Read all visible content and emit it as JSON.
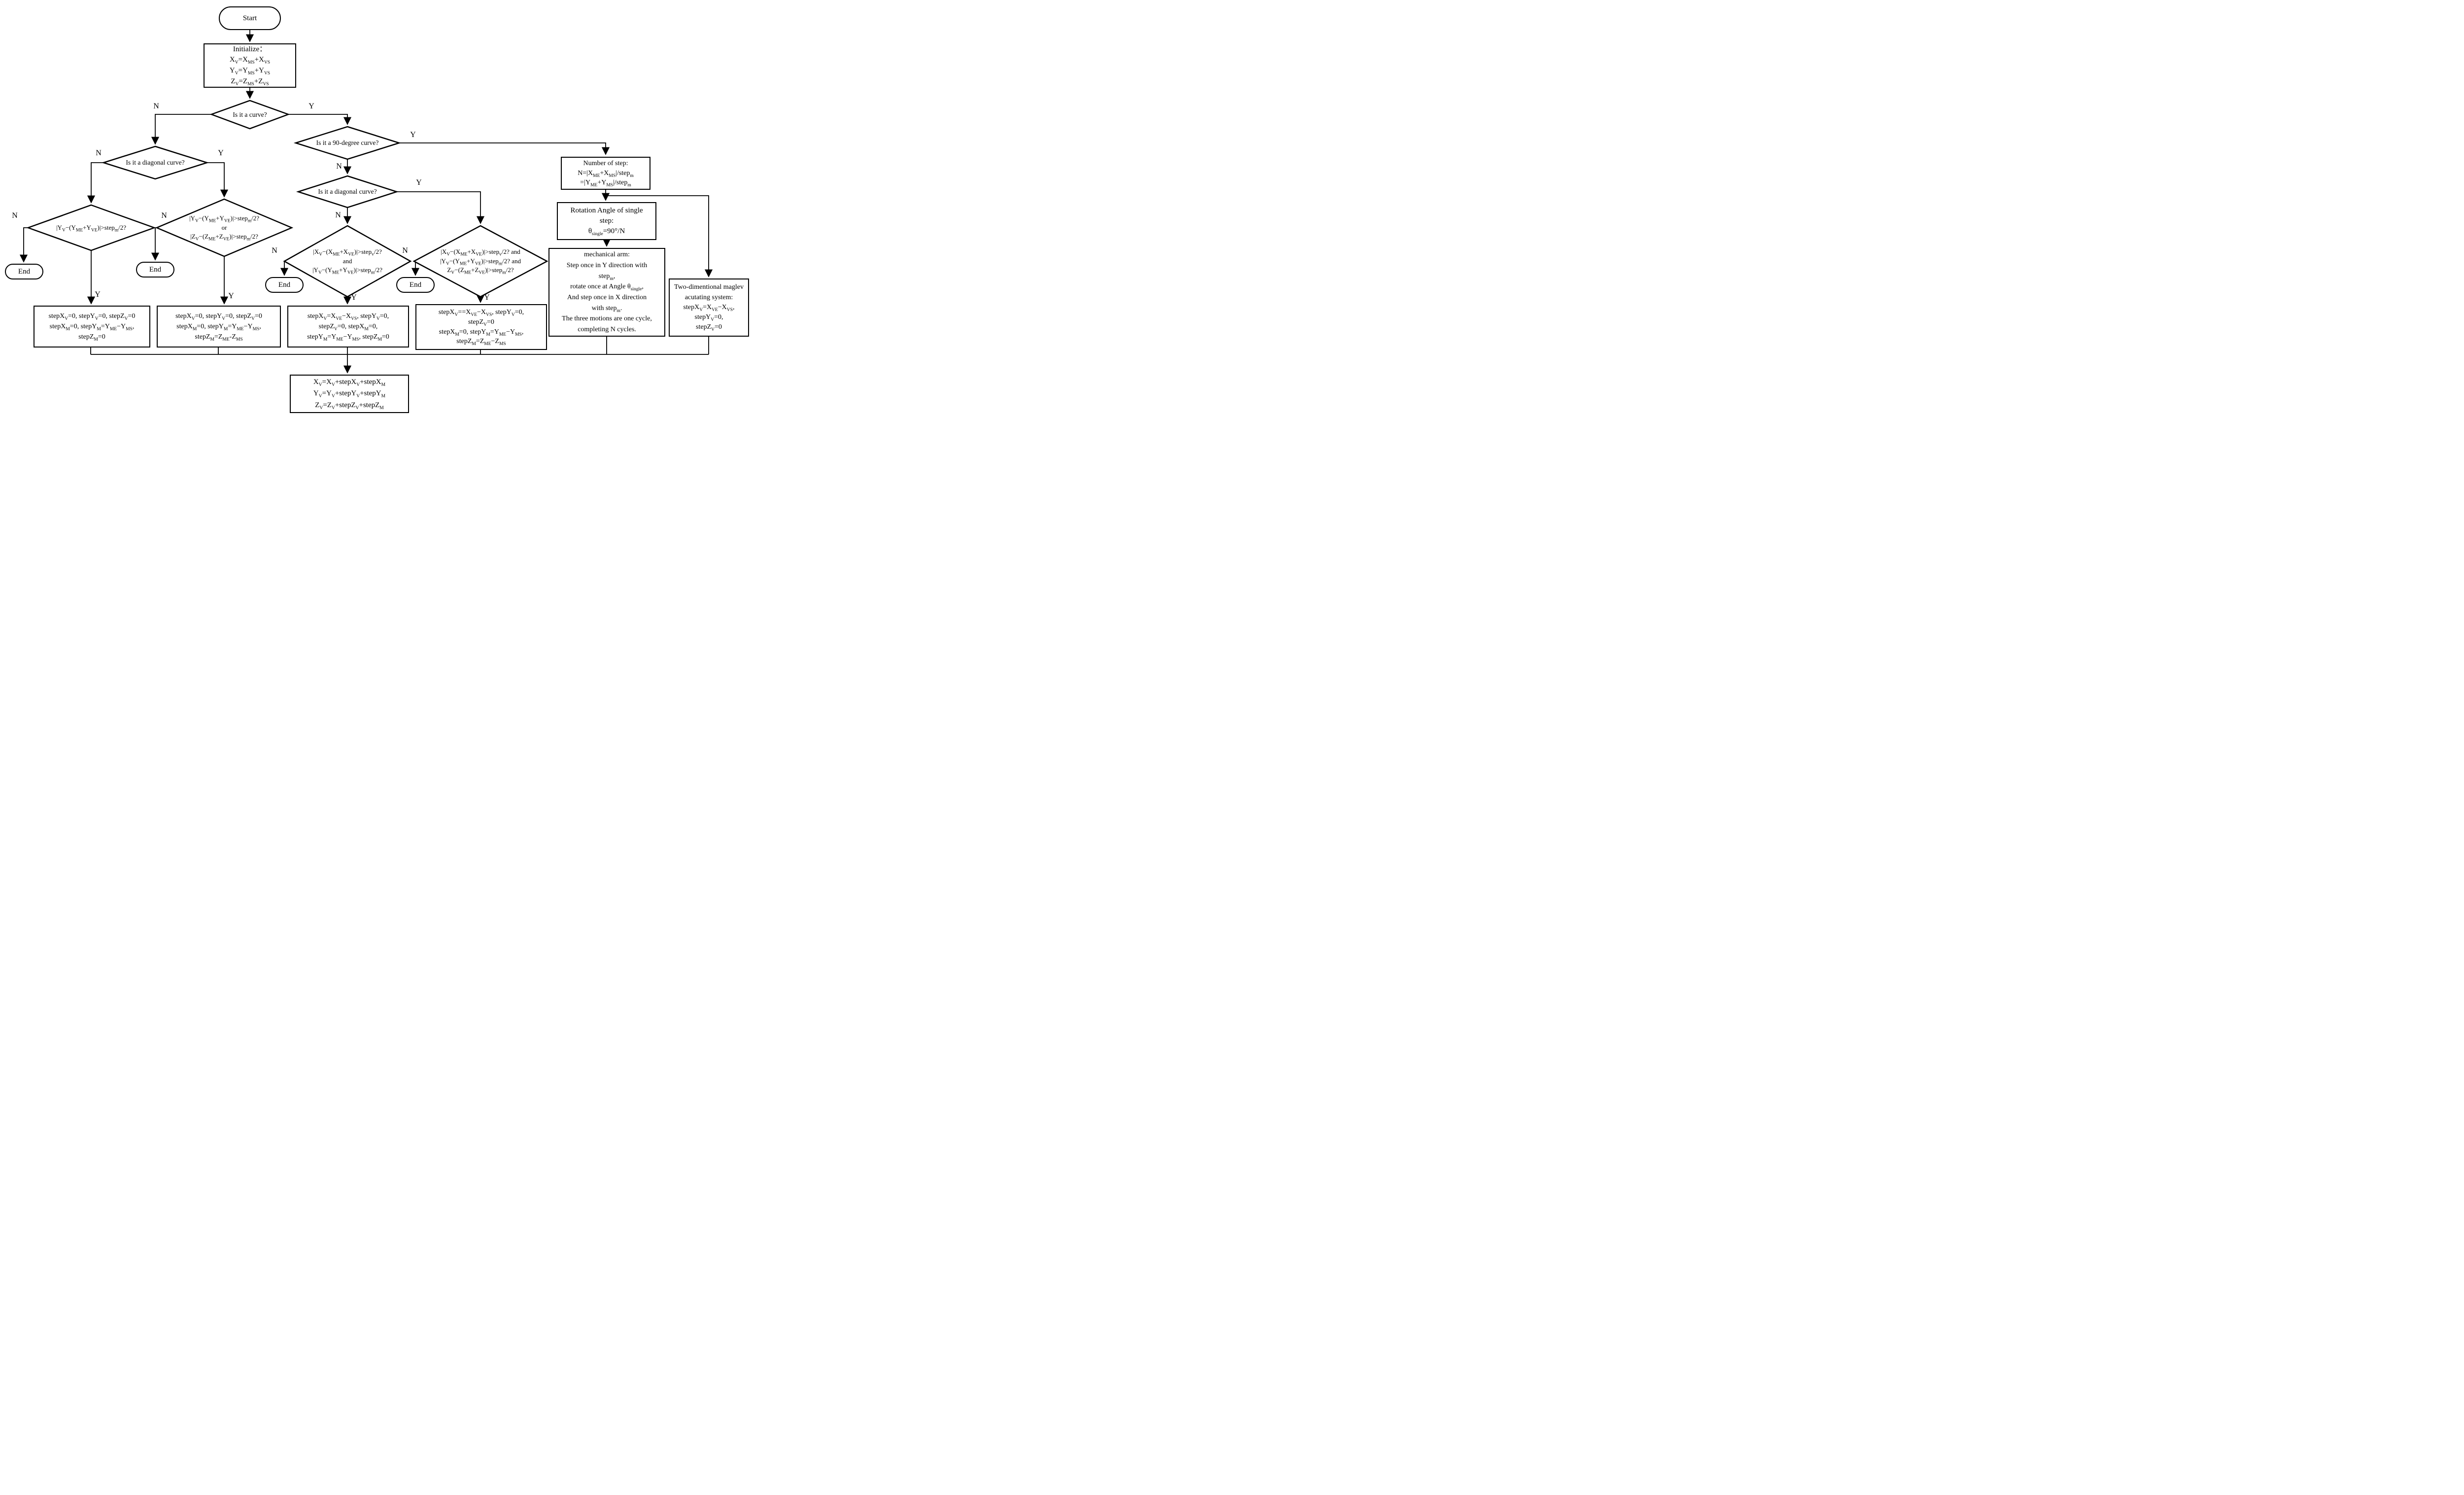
{
  "flowchart": {
    "nodes": {
      "start": {
        "label": "Start"
      },
      "initialize": {
        "lines": [
          "Initialize：",
          "X~V~=X~MS~+X~VS~",
          "Y~V~=Y~MS~+Y~VS~",
          "Z~V~=Z~MS~+Z~VS~"
        ]
      },
      "is_curve": {
        "label": "Is it a curve?"
      },
      "is_90_curve": {
        "label": "Is it a 90-degree curve?"
      },
      "is_diagonal_left": {
        "label": "Is it a diagonal curve?"
      },
      "is_diagonal_mid": {
        "label": "Is it a diagonal curve?"
      },
      "cond_y": {
        "lines": [
          "|Y~V~−(Y~ME~+Y~VE~)|>step~m~/2?"
        ]
      },
      "cond_y_or_z": {
        "lines": [
          "|Y~V~−(Y~ME~+Y~VE~)|>step~m~/2?",
          "or",
          "|Z~V~−(Z~ME~+Z~VE~)|>step~m~/2?"
        ]
      },
      "cond_x_and_y": {
        "lines": [
          "|X~V~−(X~ME~+X~VE~)|>step~v~/2?",
          "and",
          "|Y~V~−(Y~ME~+Y~VE~)|>step~m~/2?"
        ]
      },
      "cond_x_y_z": {
        "lines": [
          "|X~V~−(X~ME~+X~VE~)|>step~v~/2? and",
          "|Y~V~−(Y~ME~+Y~VE~)|>step~m~/2? and",
          "Z~V~−(Z~ME~+Z~VE~)|>step~m~/2?"
        ]
      },
      "end1": {
        "label": "End"
      },
      "end2": {
        "label": "End"
      },
      "end3": {
        "label": "End"
      },
      "end4": {
        "label": "End"
      },
      "action1": {
        "lines": [
          "stepX~V~=0, stepY~V~=0, stepZ~V~=0",
          "stepX~M~=0, stepY~M~=Y~ME~−Y~MS~,",
          "stepZ~M~=0"
        ]
      },
      "action2": {
        "lines": [
          "stepX~V~=0, stepY~V~=0, stepZ~V~=0",
          "stepX~M~=0, stepY~M~=Y~ME~−Y~MS~,",
          "stepZ~M~=Z~ME~-Z~MS~"
        ]
      },
      "action3": {
        "lines": [
          "stepX~V~=X~VE~−X~VS~, stepY~V~=0,",
          "stepZ~V~=0, stepX~M~=0,",
          "stepY~M~=Y~ME~−Y~MS~, stepZ~M~=0"
        ]
      },
      "action4": {
        "lines": [
          "stepX~V~==X~VE~−X~VS~, stepY~V~=0,",
          "stepZ~V~=0",
          "stepX~M~=0, stepY~M~=Y~ME~−Y~MS~,",
          "stepZ~M~=Z~ME~−Z~MS~"
        ]
      },
      "number_of_step": {
        "lines": [
          "Number of step:",
          "N=|X~ME~+X~MS~|/step~m~",
          "=|Y~ME~+Y~MS~|/step~m~"
        ]
      },
      "rotation_angle": {
        "lines": [
          "Rotation Angle of single",
          "step:",
          "θ~single~=90°/N"
        ]
      },
      "mechanical_arm": {
        "lines": [
          "mechanical arm:",
          "Step once in Y direction with",
          "step~m~,",
          "rotate once at Angle θ~single~,",
          "And step once in X direction",
          "with step~m~.",
          "The three motions are one cycle,",
          "completing N cycles."
        ]
      },
      "maglev_system": {
        "lines": [
          "Two-dimentional maglev",
          "acutating system:",
          "stepX~V~=X~VE~−X~VS~,",
          "stepY~V~=0,",
          "stepZ~V~=0"
        ]
      },
      "update": {
        "lines": [
          "X~V~=X~V~+stepX~V~+stepX~M~",
          "Y~V~=Y~V~+stepY~V~+stepY~M~",
          "Z~V~=Z~V~+stepZ~V~+stepZ~M~"
        ]
      }
    },
    "edge_labels": {
      "n": "N",
      "y": "Y"
    }
  }
}
